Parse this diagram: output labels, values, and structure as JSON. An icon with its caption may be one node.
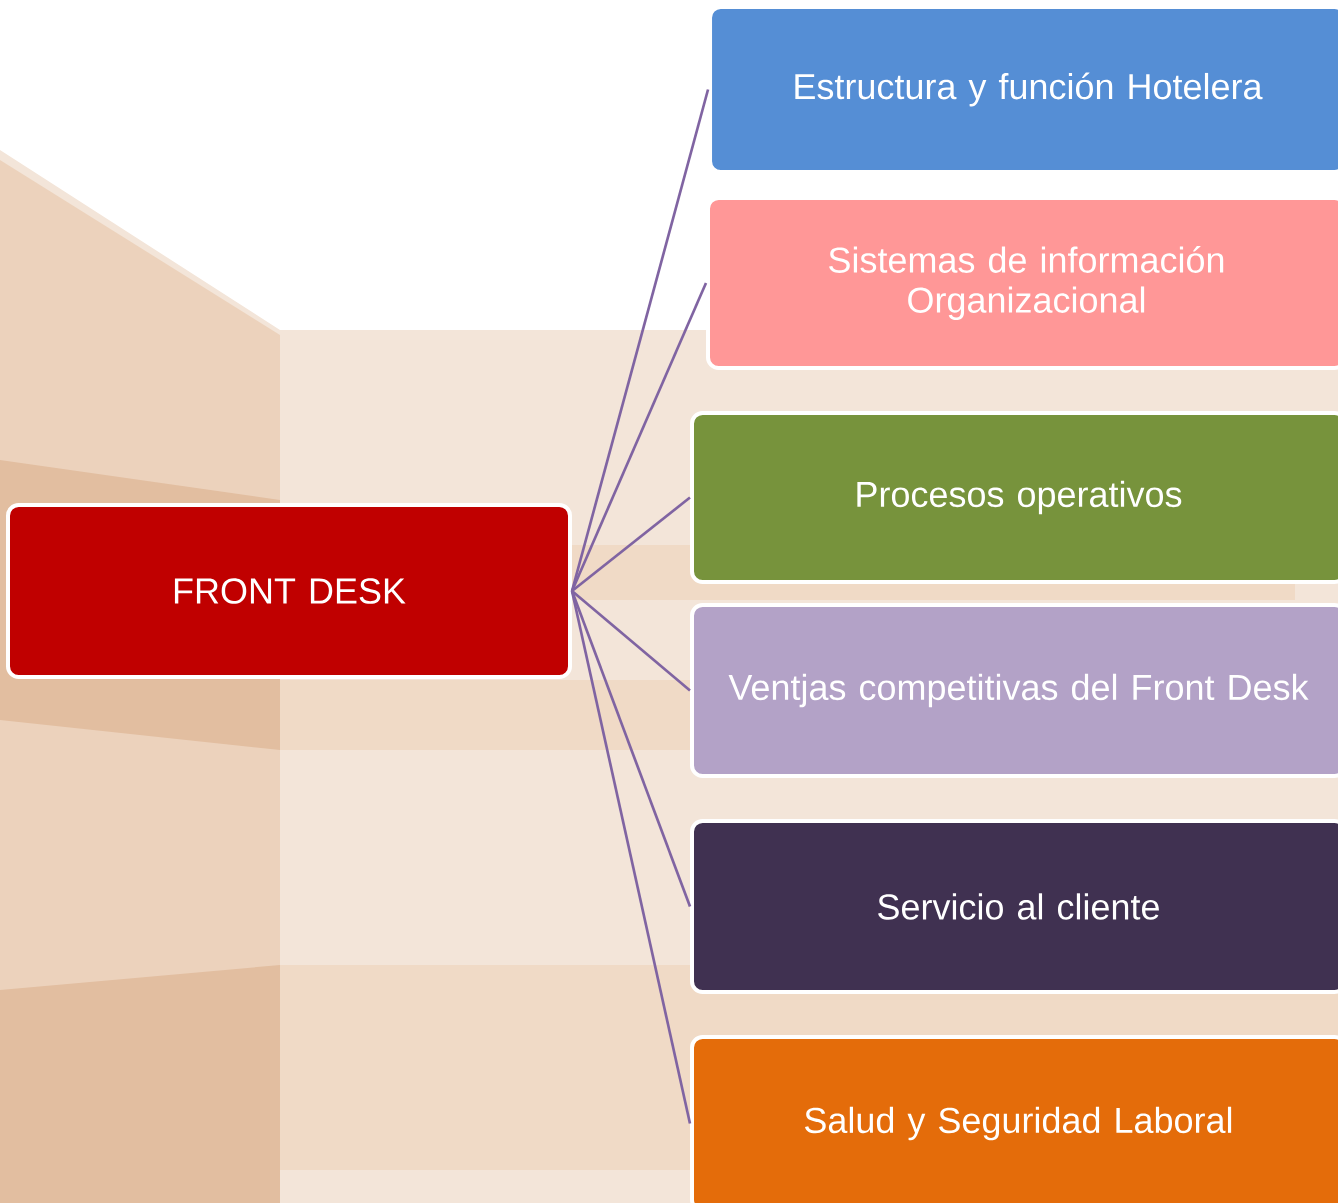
{
  "diagram": {
    "nodes": [
      {
        "text": [
          "FRONT DESK"
        ]
      },
      {
        "text": [
          "Estructura y función Hotelera"
        ]
      },
      {
        "text": [
          "Sistemas de información Organizacional"
        ]
      },
      {
        "text": [
          "Procesos operativos"
        ]
      },
      {
        "text": [
          "Ventjas competitivas del Front Desk"
        ]
      },
      {
        "text": [
          "Servicio al cliente"
        ]
      },
      {
        "text": [
          "Salud y Seguridad Laboral"
        ]
      }
    ],
    "edges": [
      {
        "from": 0,
        "to": 1,
        "arrow": "none"
      },
      {
        "from": 0,
        "to": 2,
        "arrow": "none"
      },
      {
        "from": 0,
        "to": 3,
        "arrow": "none"
      },
      {
        "from": 0,
        "to": 4,
        "arrow": "none"
      },
      {
        "from": 0,
        "to": 5,
        "arrow": "none"
      },
      {
        "from": 0,
        "to": 6,
        "arrow": "none"
      }
    ]
  }
}
